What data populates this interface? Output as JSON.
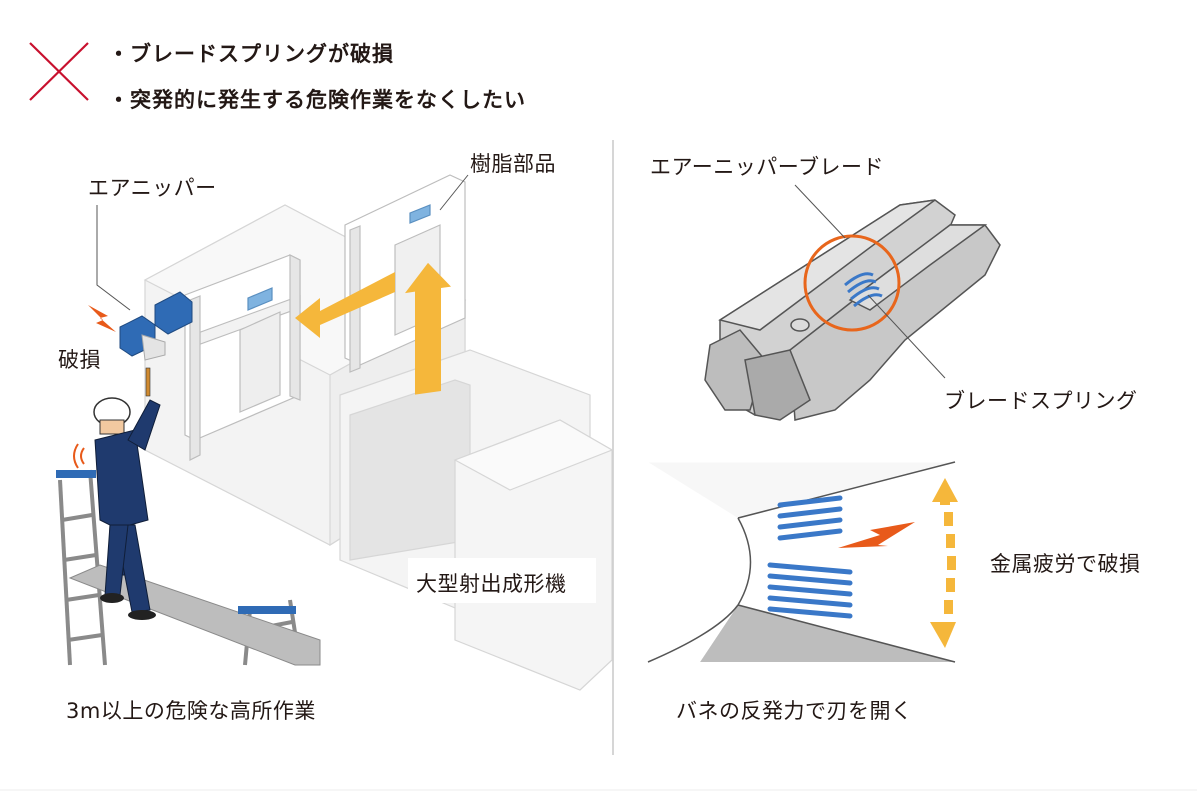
{
  "header": {
    "items": [
      "・ブレードスプリングが破損",
      "・突発的に発生する危険作業をなくしたい"
    ]
  },
  "left": {
    "labels": {
      "air_nipper": "エアニッパー",
      "resin_part": "樹脂部品",
      "damage": "破損",
      "machine": "大型射出成形機"
    },
    "caption": "3m以上の危険な高所作業"
  },
  "right": {
    "labels": {
      "air_nipper_blade": "エアーニッパーブレード",
      "blade_spring": "ブレードスプリング",
      "fatigue": "金属疲労で破損"
    },
    "caption": "バネの反発力で刃を開く"
  },
  "colors": {
    "x_mark": "#c8102e",
    "arrow": "#f5b73b",
    "spark": "#e85a1a",
    "spring": "#3a78c8",
    "worker": "#1f3a6e",
    "circle": "#e8661c"
  }
}
